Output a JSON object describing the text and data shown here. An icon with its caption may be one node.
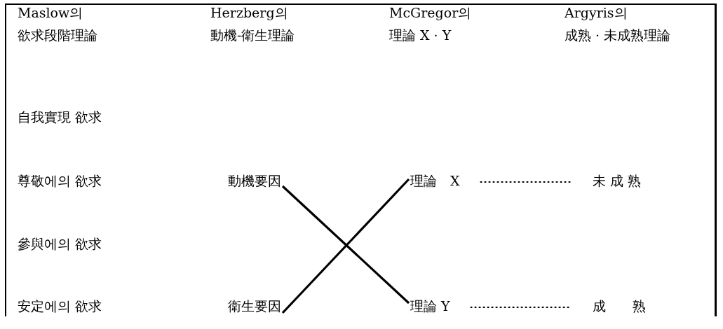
{
  "diagram": {
    "nodes": [
      {
        "text": [
          "動機要因"
        ]
      },
      {
        "text": [
          "衛生要因"
        ]
      },
      {
        "text": [
          "理論　X"
        ]
      },
      {
        "text": [
          "理論 Y"
        ]
      },
      {
        "text": [
          "未 成 熟"
        ]
      },
      {
        "text": [
          "成　　熟"
        ]
      }
    ],
    "edges": [
      {
        "from": 0,
        "to": 3,
        "arrow": "none"
      },
      {
        "from": 1,
        "to": 2,
        "arrow": "none"
      },
      {
        "from": 2,
        "to": 4,
        "arrow": "none",
        "style": "dashed"
      },
      {
        "from": 3,
        "to": 5,
        "arrow": "none",
        "style": "dashed"
      }
    ],
    "labels": [
      "Maslow의",
      "Herzberg의",
      "McGregor의",
      "Argyris의",
      "欲求段階理論",
      "動機-衛生理論",
      "理論 X · Y",
      "成熟 · 未成熟理論",
      "自我實現 欲求",
      "尊敬에의 欲求",
      "參與에의 欲求",
      "安定에의 欲求"
    ]
  }
}
